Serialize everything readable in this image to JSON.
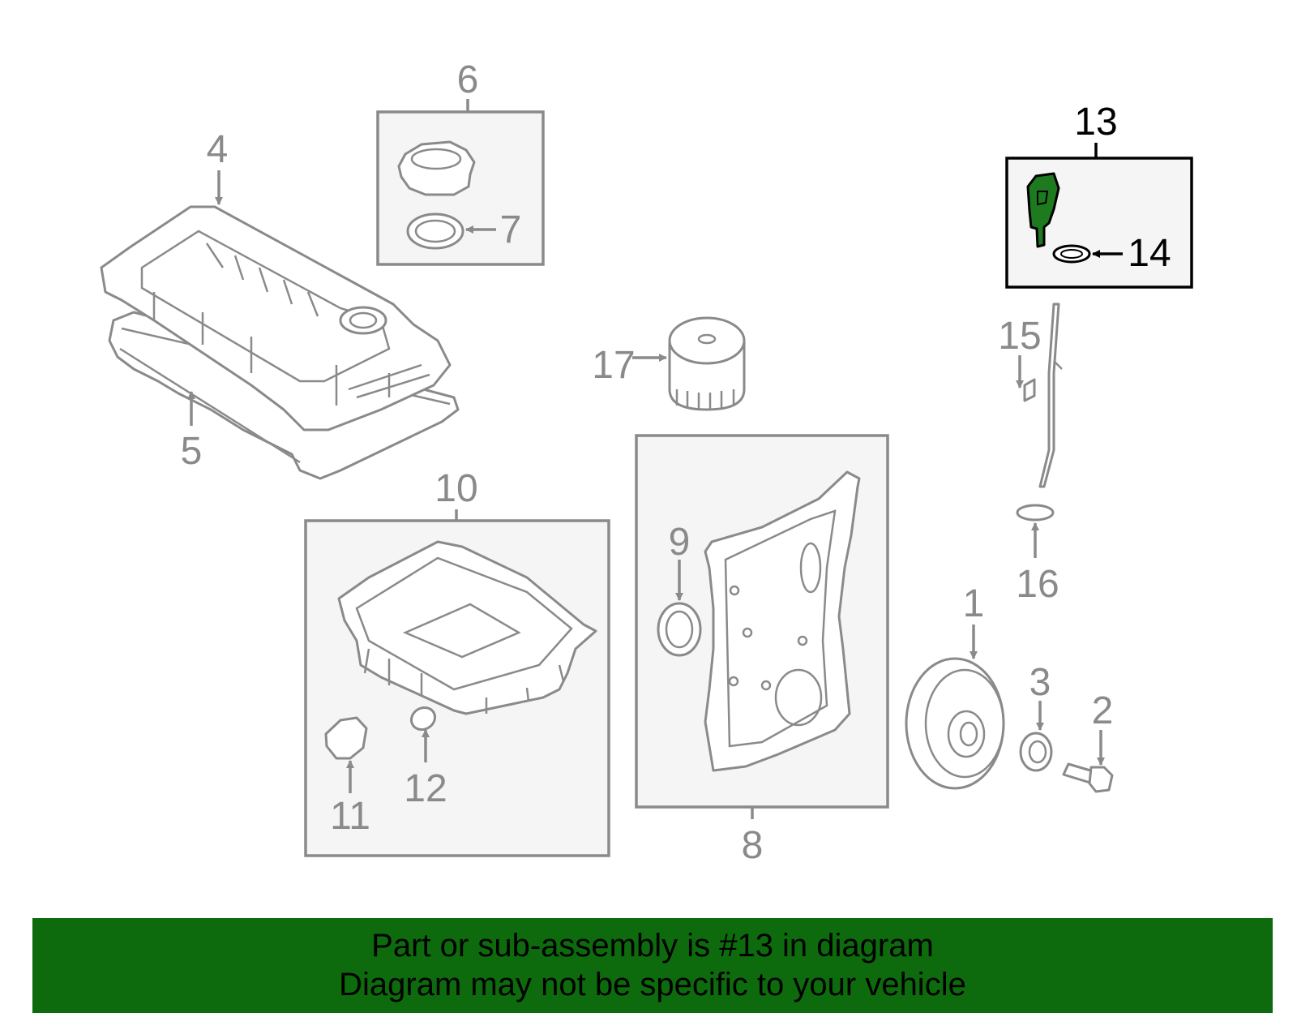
{
  "callouts": {
    "c1": "1",
    "c2": "2",
    "c3": "3",
    "c4": "4",
    "c5": "5",
    "c6": "6",
    "c7": "7",
    "c8": "8",
    "c9": "9",
    "c10": "10",
    "c11": "11",
    "c12": "12",
    "c13": "13",
    "c14": "14",
    "c15": "15",
    "c16": "16",
    "c17": "17"
  },
  "highlight": {
    "callout": "13",
    "color": "#0d6b0d"
  },
  "banner": {
    "line1": "Part or sub-assembly is #13 in diagram",
    "line2": "Diagram may not be specific to your vehicle",
    "background": "#0d6b0d"
  },
  "colors": {
    "line": "#8a8a8a",
    "box_fill": "#f5f5f5",
    "highlight_part": "#1e7a1e"
  }
}
